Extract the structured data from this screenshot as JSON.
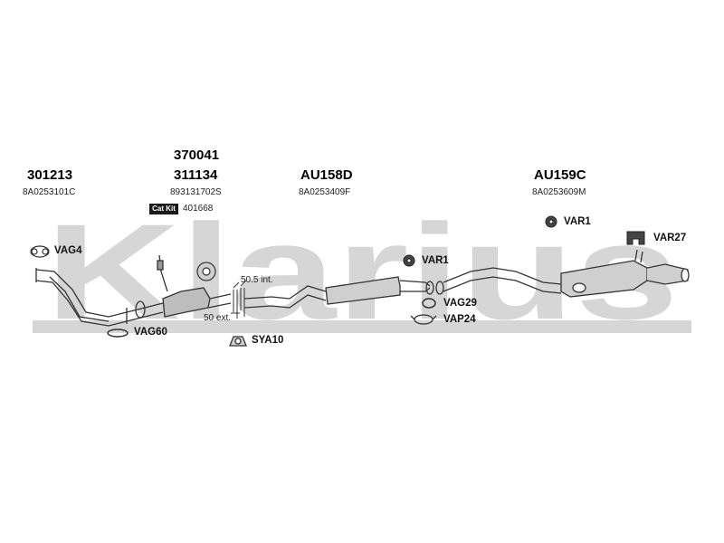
{
  "watermark": {
    "text": "Klarius",
    "color": "#d4d4d4"
  },
  "sections": [
    {
      "code": "301213",
      "ref": "8A0253101C"
    },
    {
      "code_top": "370041",
      "code": "311134",
      "ref": "893131702S",
      "catkit_label": "Cat Kit",
      "catkit_ref": "401668"
    },
    {
      "code": "AU158D",
      "ref": "8A0253409F"
    },
    {
      "code": "AU159C",
      "ref": "8A0253609M"
    }
  ],
  "parts": {
    "vag4": "VAG4",
    "vag60": "VAG60",
    "sya10": "SYA10",
    "var1_a": "VAR1",
    "vag29": "VAG29",
    "vap24": "VAP24",
    "var1_b": "VAR1",
    "var27": "VAR27"
  },
  "dimensions": {
    "int": "50.5 int.",
    "ext": "50 ext."
  }
}
